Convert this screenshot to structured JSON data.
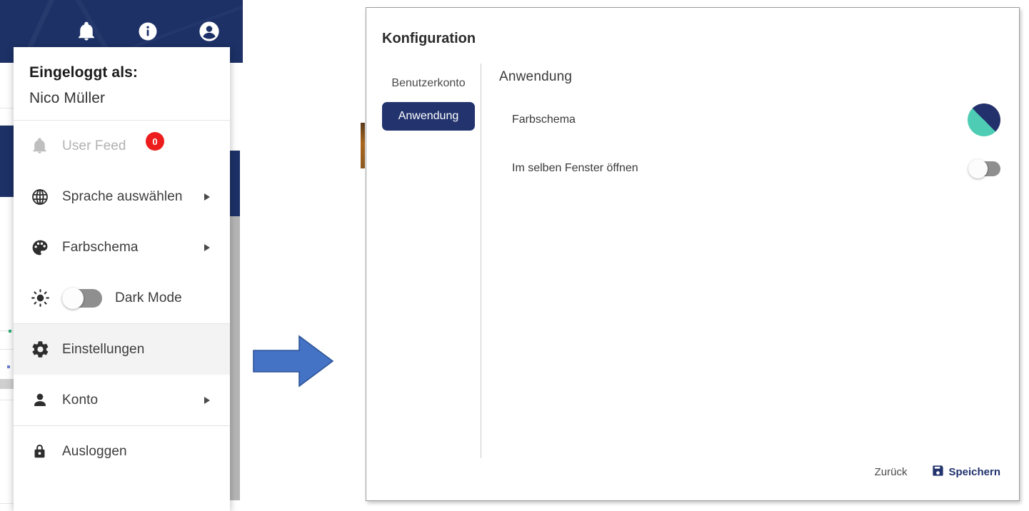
{
  "navbar": {
    "background": "#1d3167",
    "icons": [
      {
        "name": "bell-icon",
        "label": "Benachrichtigungen"
      },
      {
        "name": "info-icon",
        "label": "Information"
      },
      {
        "name": "account-circle-icon",
        "label": "Benutzerkonto"
      }
    ]
  },
  "user_menu": {
    "header_label": "Eingeloggt als:",
    "user_name": "Nico Müller",
    "items": [
      {
        "label": "User Feed",
        "icon": "bell-icon",
        "disabled": true,
        "badge": "0",
        "caret": false,
        "toggle": false,
        "highlight": false
      },
      {
        "label": "Sprache auswählen",
        "icon": "globe-icon",
        "disabled": false,
        "badge": null,
        "caret": true,
        "toggle": false,
        "highlight": false
      },
      {
        "label": "Farbschema",
        "icon": "palette-icon",
        "disabled": false,
        "badge": null,
        "caret": true,
        "toggle": false,
        "highlight": false
      },
      {
        "label": "Dark Mode",
        "icon": "brightness-icon",
        "disabled": false,
        "badge": null,
        "caret": false,
        "toggle": true,
        "toggle_on": false,
        "highlight": false
      },
      {
        "label": "Einstellungen",
        "icon": "gear-icon",
        "disabled": false,
        "badge": null,
        "caret": false,
        "toggle": false,
        "highlight": true
      },
      {
        "label": "Konto",
        "icon": "person-icon",
        "disabled": false,
        "badge": null,
        "caret": true,
        "toggle": false,
        "highlight": false
      },
      {
        "label": "Ausloggen",
        "icon": "lock-icon",
        "disabled": false,
        "badge": null,
        "caret": false,
        "toggle": false,
        "highlight": false
      }
    ],
    "badge_color": "#ee1d1d"
  },
  "arrow": {
    "name": "flow-arrow-right",
    "color": "#4472c4",
    "border_color": "#2e5597"
  },
  "dialog": {
    "title": "Konfiguration",
    "tabs": [
      {
        "label": "Benutzerkonto",
        "active": false
      },
      {
        "label": "Anwendung",
        "active": true
      }
    ],
    "active_tab_color": "#22336e",
    "pane": {
      "title": "Anwendung",
      "settings": [
        {
          "label": "Farbschema",
          "control": "color-swatch",
          "colors": [
            "#22306b",
            "#4ecdb4"
          ]
        },
        {
          "label": "Im selben Fenster öffnen",
          "control": "toggle",
          "value": false
        }
      ]
    },
    "footer": {
      "back_label": "Zurück",
      "save_label": "Speichern",
      "save_icon": "save-floppy-icon",
      "save_color": "#22336e"
    }
  }
}
